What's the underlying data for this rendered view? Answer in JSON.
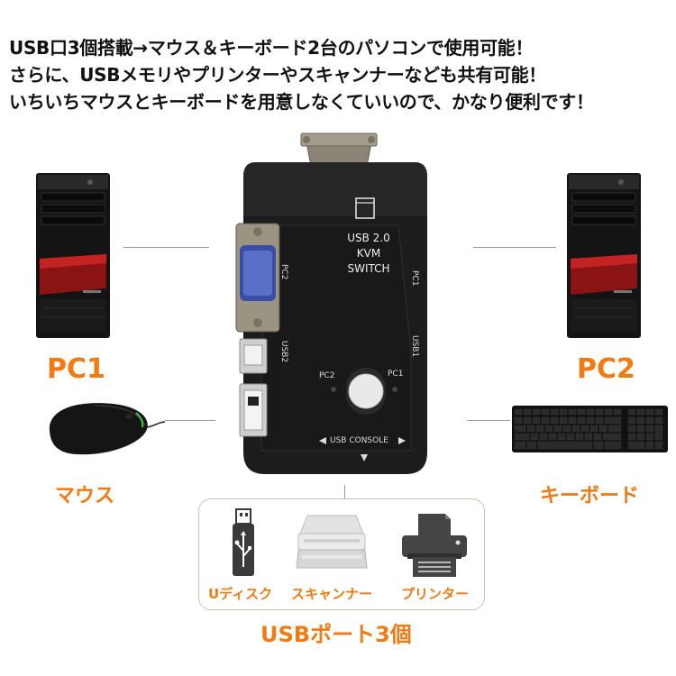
{
  "headline": {
    "line1": "USB口3個搭載→マウス＆キーボード2台のパソコンで使用可能！",
    "line2": "さらに、USBメモリやプリンターやスキャンナーなども共有可能！",
    "line3": "いちいちマウスとキーボードを用意しなくていいので、かなり便利です！"
  },
  "left_pc": {
    "label": "PC1"
  },
  "right_pc": {
    "label": "PC2"
  },
  "mouse": {
    "label": "マウス"
  },
  "keyboard": {
    "label": "キーボード"
  },
  "kvm_switch": {
    "title_line1": "USB 2.0",
    "title_line2": "KVM SWITCH",
    "side_pc2": "PC2",
    "side_pc1": "PC1",
    "side_usb2": "USB2",
    "side_usb1": "USB1",
    "led_pc2": "PC2",
    "led_pc1": "PC1",
    "console_label": "USB CONSOLE"
  },
  "usb_devices": [
    {
      "label": "Uディスク",
      "icon": "usb-drive-icon"
    },
    {
      "label": "スキャンナー",
      "icon": "scanner-icon"
    },
    {
      "label": "プリンター",
      "icon": "printer-icon"
    }
  ],
  "usb_ports": {
    "label": "USBポート3個"
  },
  "colors": {
    "accent": "#f07a14",
    "device_body": "#1c1c1c",
    "text": "#111111"
  }
}
